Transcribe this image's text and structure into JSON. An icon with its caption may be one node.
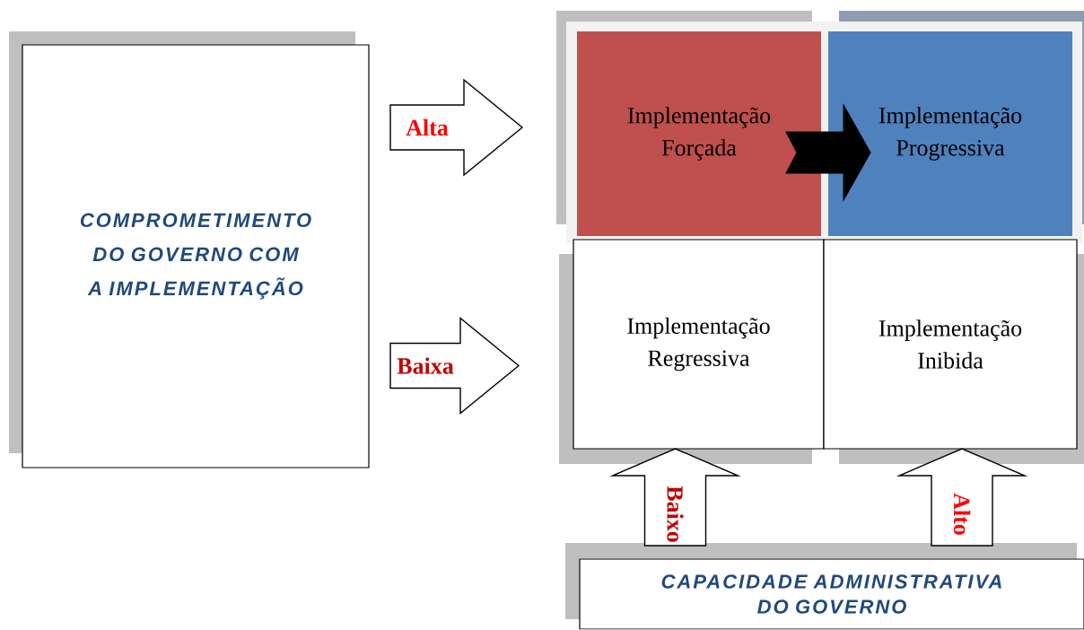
{
  "diagram": {
    "nodes": [
      {
        "text": [
          "COMPROMETIMENTO DO GOVERNO COM A IMPLEMENTAÇÃO"
        ]
      },
      {
        "text": [
          "Implementação Forçada"
        ]
      },
      {
        "text": [
          "Implementação Progressiva"
        ]
      },
      {
        "text": [
          "Implementação Regressiva"
        ]
      },
      {
        "text": [
          "Implementação Inibida"
        ]
      },
      {
        "text": [
          "CAPACIDADE ADMINISTRATIVA DO GOVERNO"
        ]
      }
    ],
    "edges": [
      {
        "from": 0,
        "to": 1,
        "arrow": "to",
        "label": "Alta"
      },
      {
        "from": 0,
        "to": 3,
        "arrow": "to",
        "label": "Baixa"
      },
      {
        "from": 1,
        "to": 2,
        "arrow": "to",
        "style": "thick"
      },
      {
        "from": 5,
        "to": 3,
        "arrow": "to",
        "label": "Baixo"
      },
      {
        "from": 5,
        "to": 4,
        "arrow": "to",
        "label": "Alto"
      }
    ]
  }
}
